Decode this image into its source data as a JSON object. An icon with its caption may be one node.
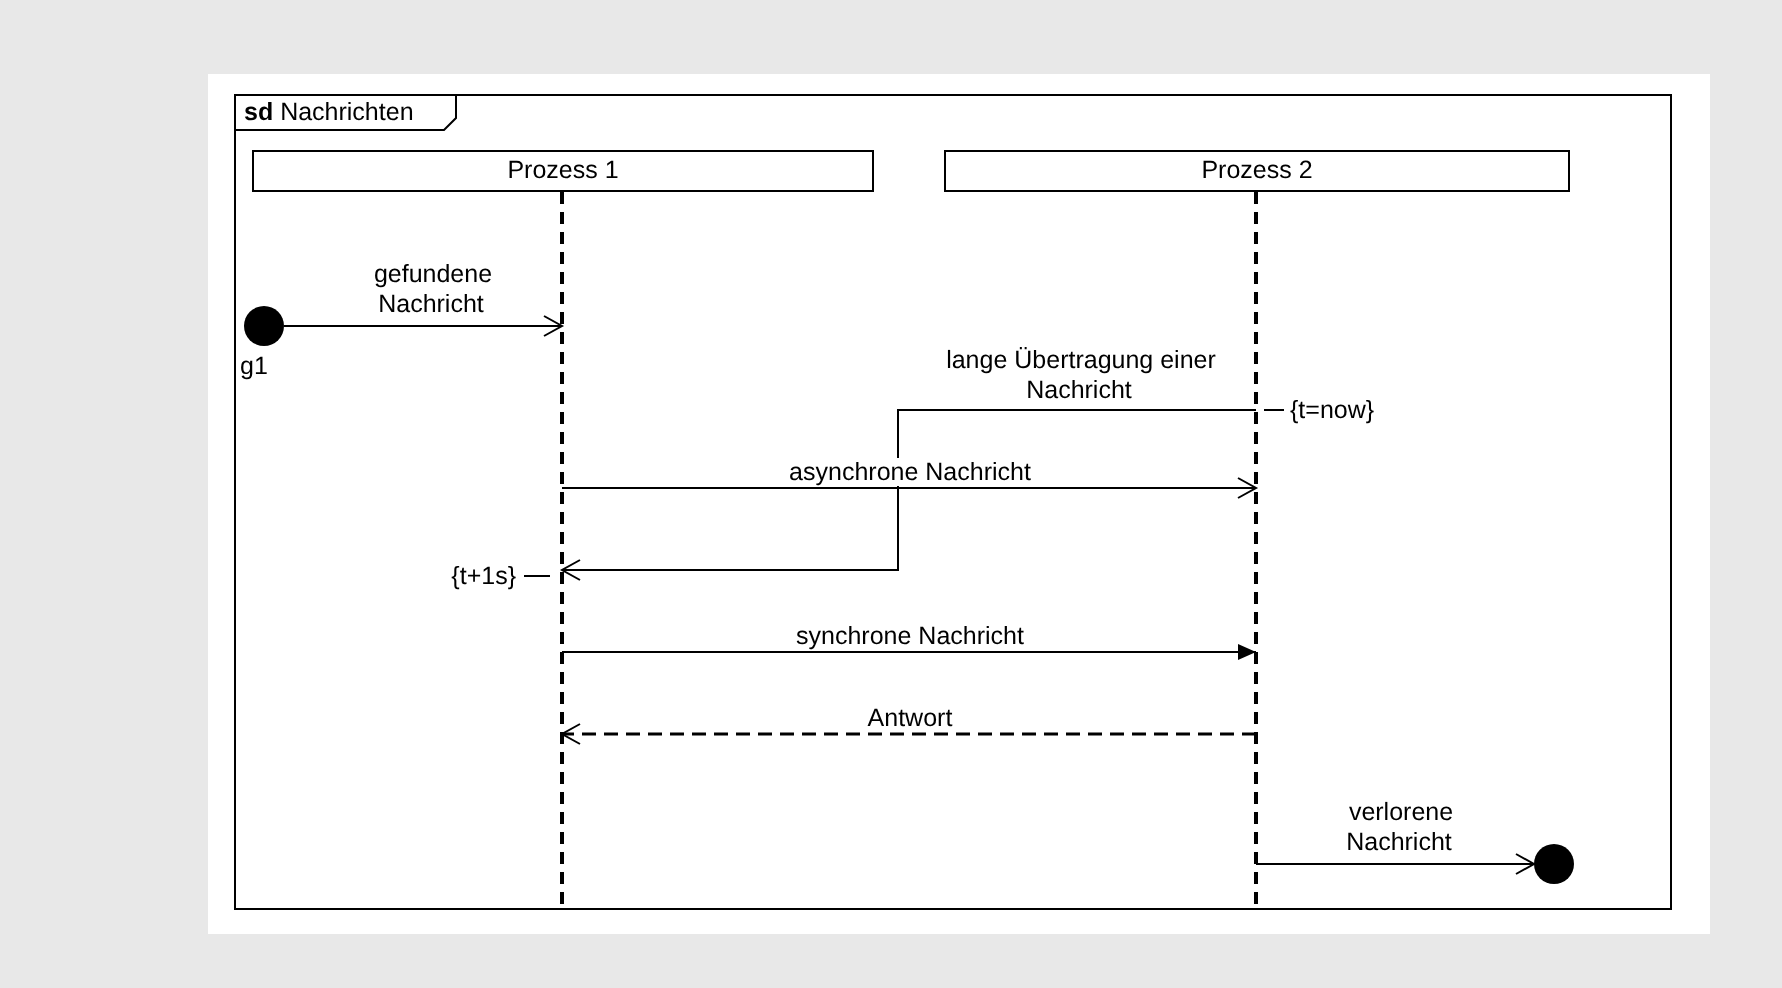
{
  "diagram": {
    "nodes": [
      {
        "text": [
          "**sd** Nachrichten"
        ]
      },
      {
        "text": [
          "Prozess 1"
        ],
        "in": 0
      },
      {
        "text": [
          "Prozess 2"
        ],
        "in": 0
      },
      {
        "text": [],
        "shape": "circle",
        "in": 0,
        "beside": [
          "g1"
        ]
      },
      {
        "text": [],
        "shape": "circle",
        "in": 0
      }
    ],
    "edges": [
      {
        "from": 3,
        "to": 1,
        "arrow": "to",
        "label": "gefundene Nachricht"
      },
      {
        "from": 2,
        "to": 1,
        "arrow": "to",
        "label": "lange Übertragung einer Nachricht"
      },
      {
        "from": 1,
        "to": 2,
        "arrow": "to",
        "label": "asynchrone Nachricht"
      },
      {
        "from": 1,
        "to": 2,
        "arrow": "to",
        "label": "synchrone Nachricht"
      },
      {
        "from": 2,
        "to": 1,
        "arrow": "to",
        "label": "Antwort",
        "style": "dashed"
      },
      {
        "from": 2,
        "to": 4,
        "arrow": "to",
        "label": "verlorene Nachricht"
      }
    ],
    "labels": [
      "{t=now}",
      "{t+1s}"
    ]
  }
}
